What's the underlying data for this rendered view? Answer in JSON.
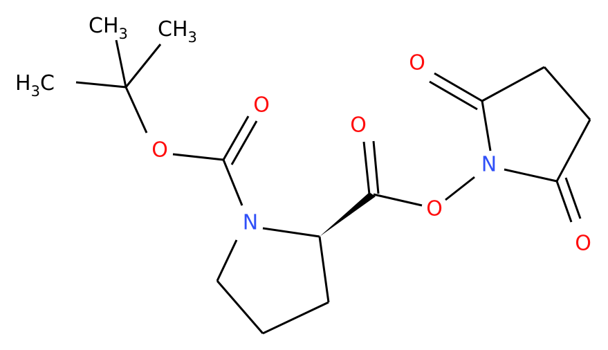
{
  "molecule": {
    "atoms": {
      "n_pyrrolidine": "N",
      "n_succinimide": "N",
      "o_boc_carbonyl": "O",
      "o_boc_ether": "O",
      "o_ester_carbonyl": "O",
      "o_ester_link": "O",
      "o_imide_top": "O",
      "o_imide_bottom": "O"
    },
    "methyl_groups": {
      "left": {
        "h": "H",
        "sub": "3",
        "c": "C"
      },
      "top_left": {
        "c": "CH",
        "sub": "3"
      },
      "top_right": {
        "c": "CH",
        "sub": "3"
      }
    }
  },
  "colors": {
    "bond": "#000000",
    "nitrogen": "#3050F8",
    "oxygen": "#FF0D0D",
    "carbon_label": "#000000",
    "background": "#FFFFFF"
  }
}
